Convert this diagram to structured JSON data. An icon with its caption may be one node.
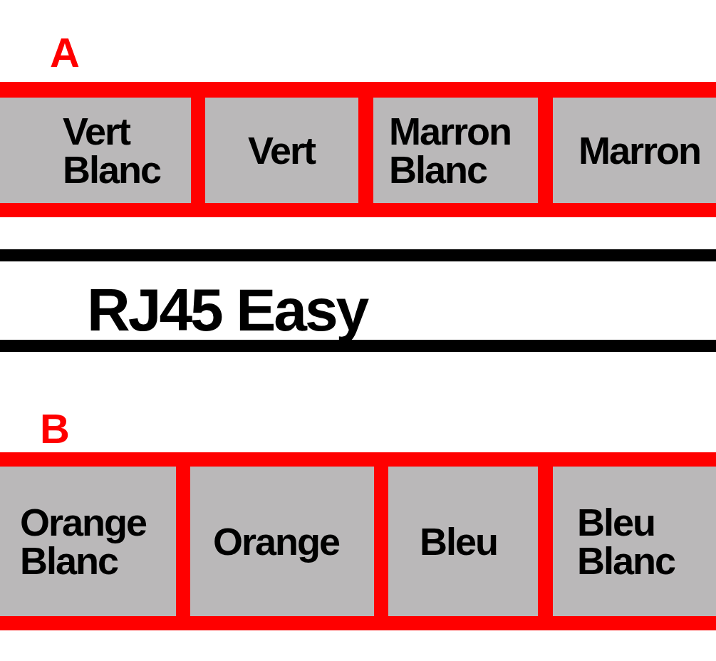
{
  "diagram": {
    "nodes": [
      {
        "text": [
          "A"
        ]
      },
      {
        "text": [
          "Vert Blanc"
        ],
        "in": 0
      },
      {
        "text": [
          "Vert"
        ],
        "in": 0
      },
      {
        "text": [
          "Marron Blanc"
        ],
        "in": 0
      },
      {
        "text": [
          "Marron"
        ],
        "in": 0
      },
      {
        "text": [
          "RJ45 Easy"
        ]
      },
      {
        "text": [
          "B"
        ]
      },
      {
        "text": [
          "Orange Blanc"
        ],
        "in": 6
      },
      {
        "text": [
          "Orange"
        ],
        "in": 6
      },
      {
        "text": [
          "Bleu"
        ],
        "in": 6
      },
      {
        "text": [
          "Bleu Blanc"
        ],
        "in": 6
      }
    ]
  }
}
